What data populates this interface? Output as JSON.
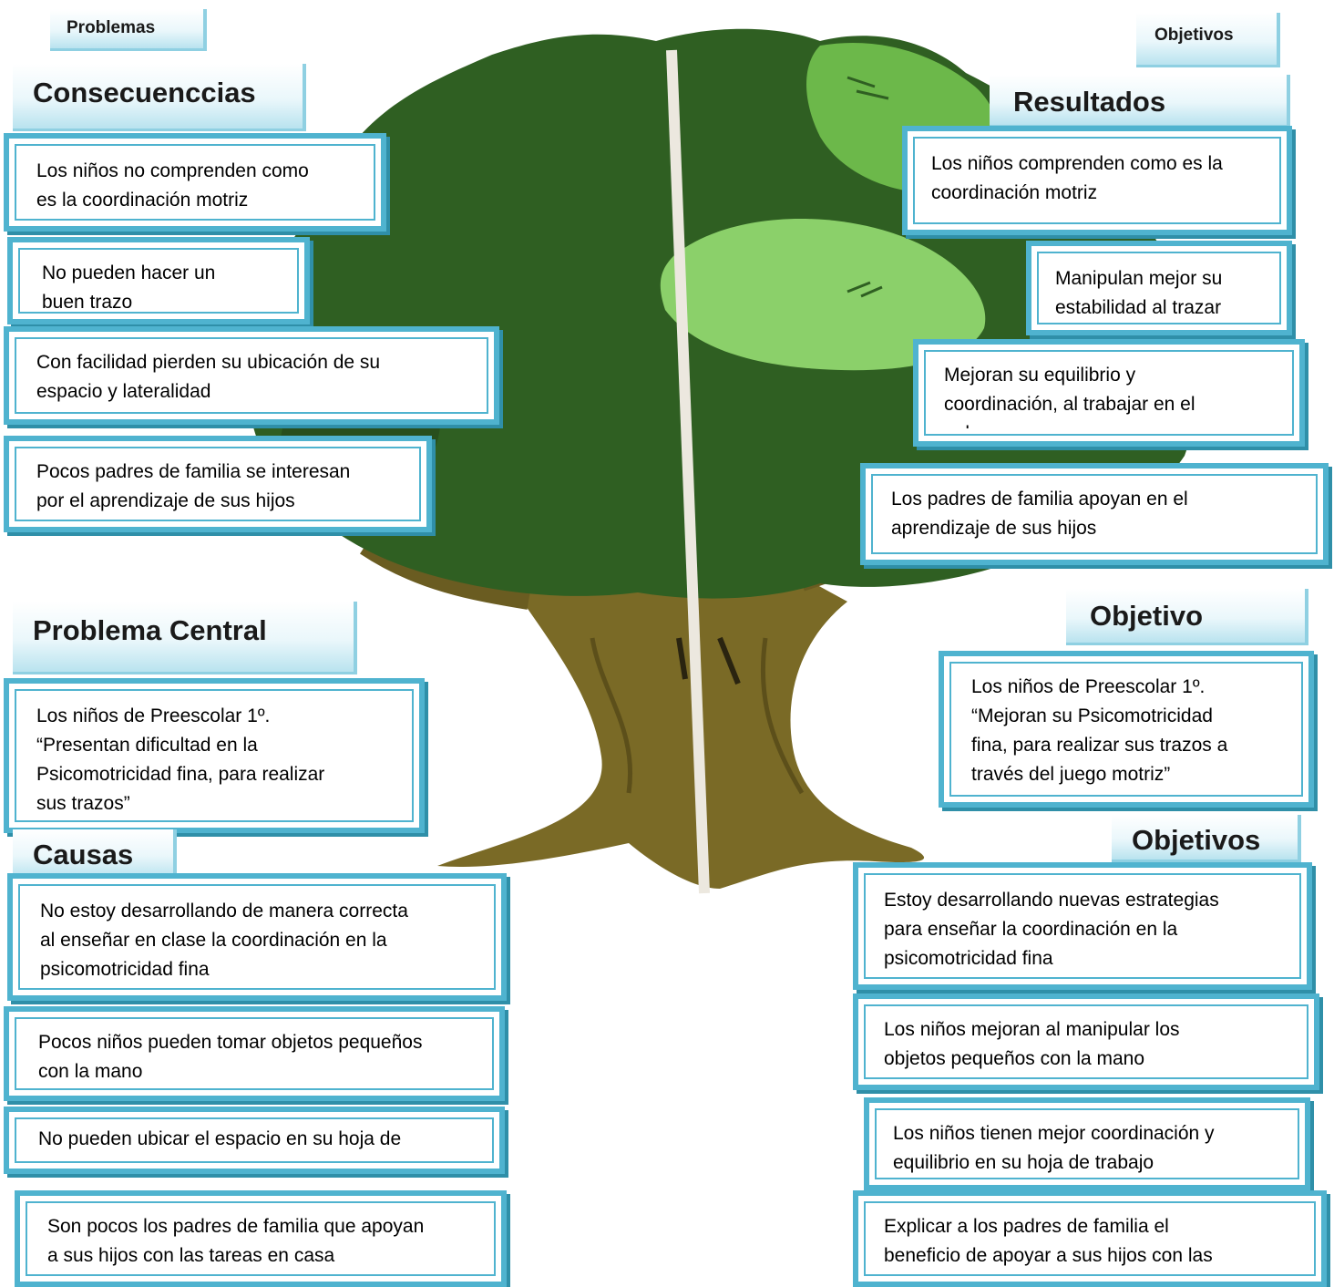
{
  "tags": {
    "left": "Problemas",
    "right": "Objetivos"
  },
  "left": {
    "consecuencias_title": "Consecuenccias",
    "consecuencias": [
      "Los niños no comprenden como\nes la coordinación motriz",
      " No pueden hacer un\nbuen trazo",
      " Con facilidad pierden su ubicación de su\nespacio y lateralidad",
      "Pocos padres de familia se interesan\npor el aprendizaje de sus hijos"
    ],
    "problema_title": "Problema Central",
    "problema": "Los niños de Preescolar 1º.\n“Presentan dificultad en la\nPsicomotricidad fina, para realizar\nsus trazos”",
    "causas_title": "Causas",
    "causas": [
      "No estoy desarrollando de manera correcta\nal enseñar en  clase la coordinación en la\npsicomotricidad fina",
      "Pocos niños pueden tomar objetos pequeños\ncon la mano",
      "No pueden ubicar el espacio en su hoja de",
      "Son pocos los padres de familia que apoyan\na sus hijos con las tareas en casa"
    ]
  },
  "right": {
    "resultados_title": "Resultados",
    "resultados": [
      "Los niños comprenden como es la\ncoordinación motriz",
      " Manipulan mejor su\nestabilidad al trazar",
      " Mejoran su equilibrio y\ncoordinación, al trabajar en el\naula",
      "Los padres de familia   apoyan  en el\naprendizaje de sus hijos"
    ],
    "objetivo_title": "Objetivo",
    "objetivo": "Los niños de Preescolar 1º.\n“Mejoran su Psicomotricidad\nfina, para realizar sus trazos a\ntravés del juego motriz”",
    "objetivos_title": "Objetivos",
    "objetivos": [
      "Estoy desarrollando nuevas estrategias\npara enseñar la coordinación en la\npsicomotricidad fina",
      "Los niños mejoran al manipular los\nobjetos pequeños con la mano",
      "Los niños tienen mejor coordinación y\nequilibrio en su hoja de trabajo",
      "Explicar  a los padres de familia el\nbeneficio de apoyar a sus hijos con las"
    ]
  },
  "colors": {
    "box_border": "#4fb3cf",
    "canopy_dark": "#2f5f22",
    "canopy_light": "#7cc45a",
    "trunk": "#7a6a26"
  }
}
